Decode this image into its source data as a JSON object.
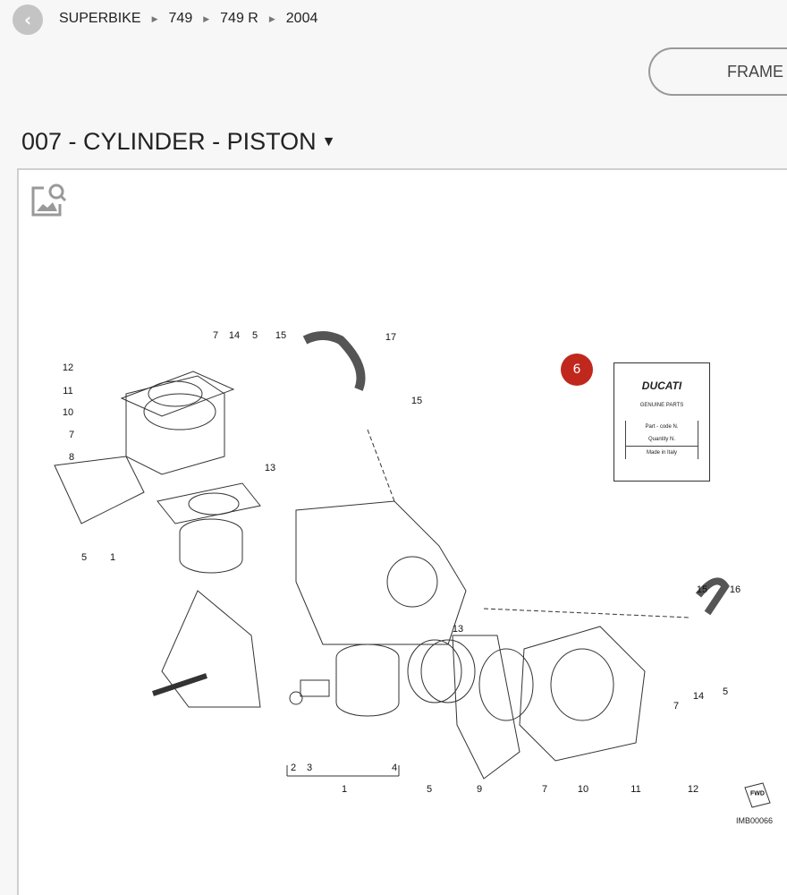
{
  "breadcrumb": [
    "SUPERBIKE",
    "749",
    "749 R",
    "2004"
  ],
  "frame_button": "FRAME",
  "page_title": "007 - CYLINDER - PISTON",
  "tag": {
    "brand": "DUCATI",
    "genuine": "GENUINE PARTS",
    "part_code": "Part - code N.",
    "quantity": "Quantity N.",
    "made_in": "Made in Italy"
  },
  "badge": "6",
  "fwd": "FWD",
  "drawing_code": "IMB00066",
  "callouts": [
    "7",
    "14",
    "5",
    "15",
    "17",
    "15",
    "12",
    "11",
    "10",
    "7",
    "8",
    "13",
    "5",
    "1",
    "15",
    "16",
    "13",
    "14",
    "5",
    "7",
    "2",
    "3",
    "1",
    "4",
    "5",
    "9",
    "7",
    "10",
    "11",
    "12"
  ],
  "accent": "#c0281e"
}
